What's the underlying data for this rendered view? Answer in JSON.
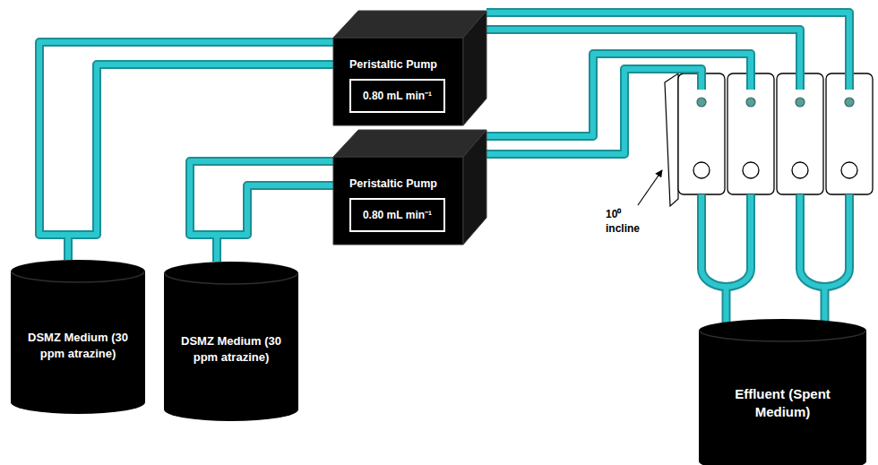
{
  "diagram": {
    "nodes": [
      {
        "text": [
          "Peristaltic Pump"
        ]
      },
      {
        "text": [
          "0.80 mL min⁻¹"
        ],
        "in": 0
      },
      {
        "text": [
          "Peristaltic Pump"
        ]
      },
      {
        "text": [
          "0.80 mL min⁻¹"
        ],
        "in": 2
      },
      {
        "text": [
          "DSMZ Medium (30 ppm atrazine)"
        ]
      },
      {
        "text": [
          "DSMZ Medium (30 ppm atrazine)"
        ]
      },
      {
        "text": [
          "Effluent (Spent Medium)"
        ]
      }
    ],
    "edges": [
      {
        "from": 4,
        "to": 0,
        "arrow": "none"
      },
      {
        "from": 5,
        "to": 2,
        "arrow": "none"
      }
    ],
    "labels": [
      "10⁰ incline"
    ]
  }
}
